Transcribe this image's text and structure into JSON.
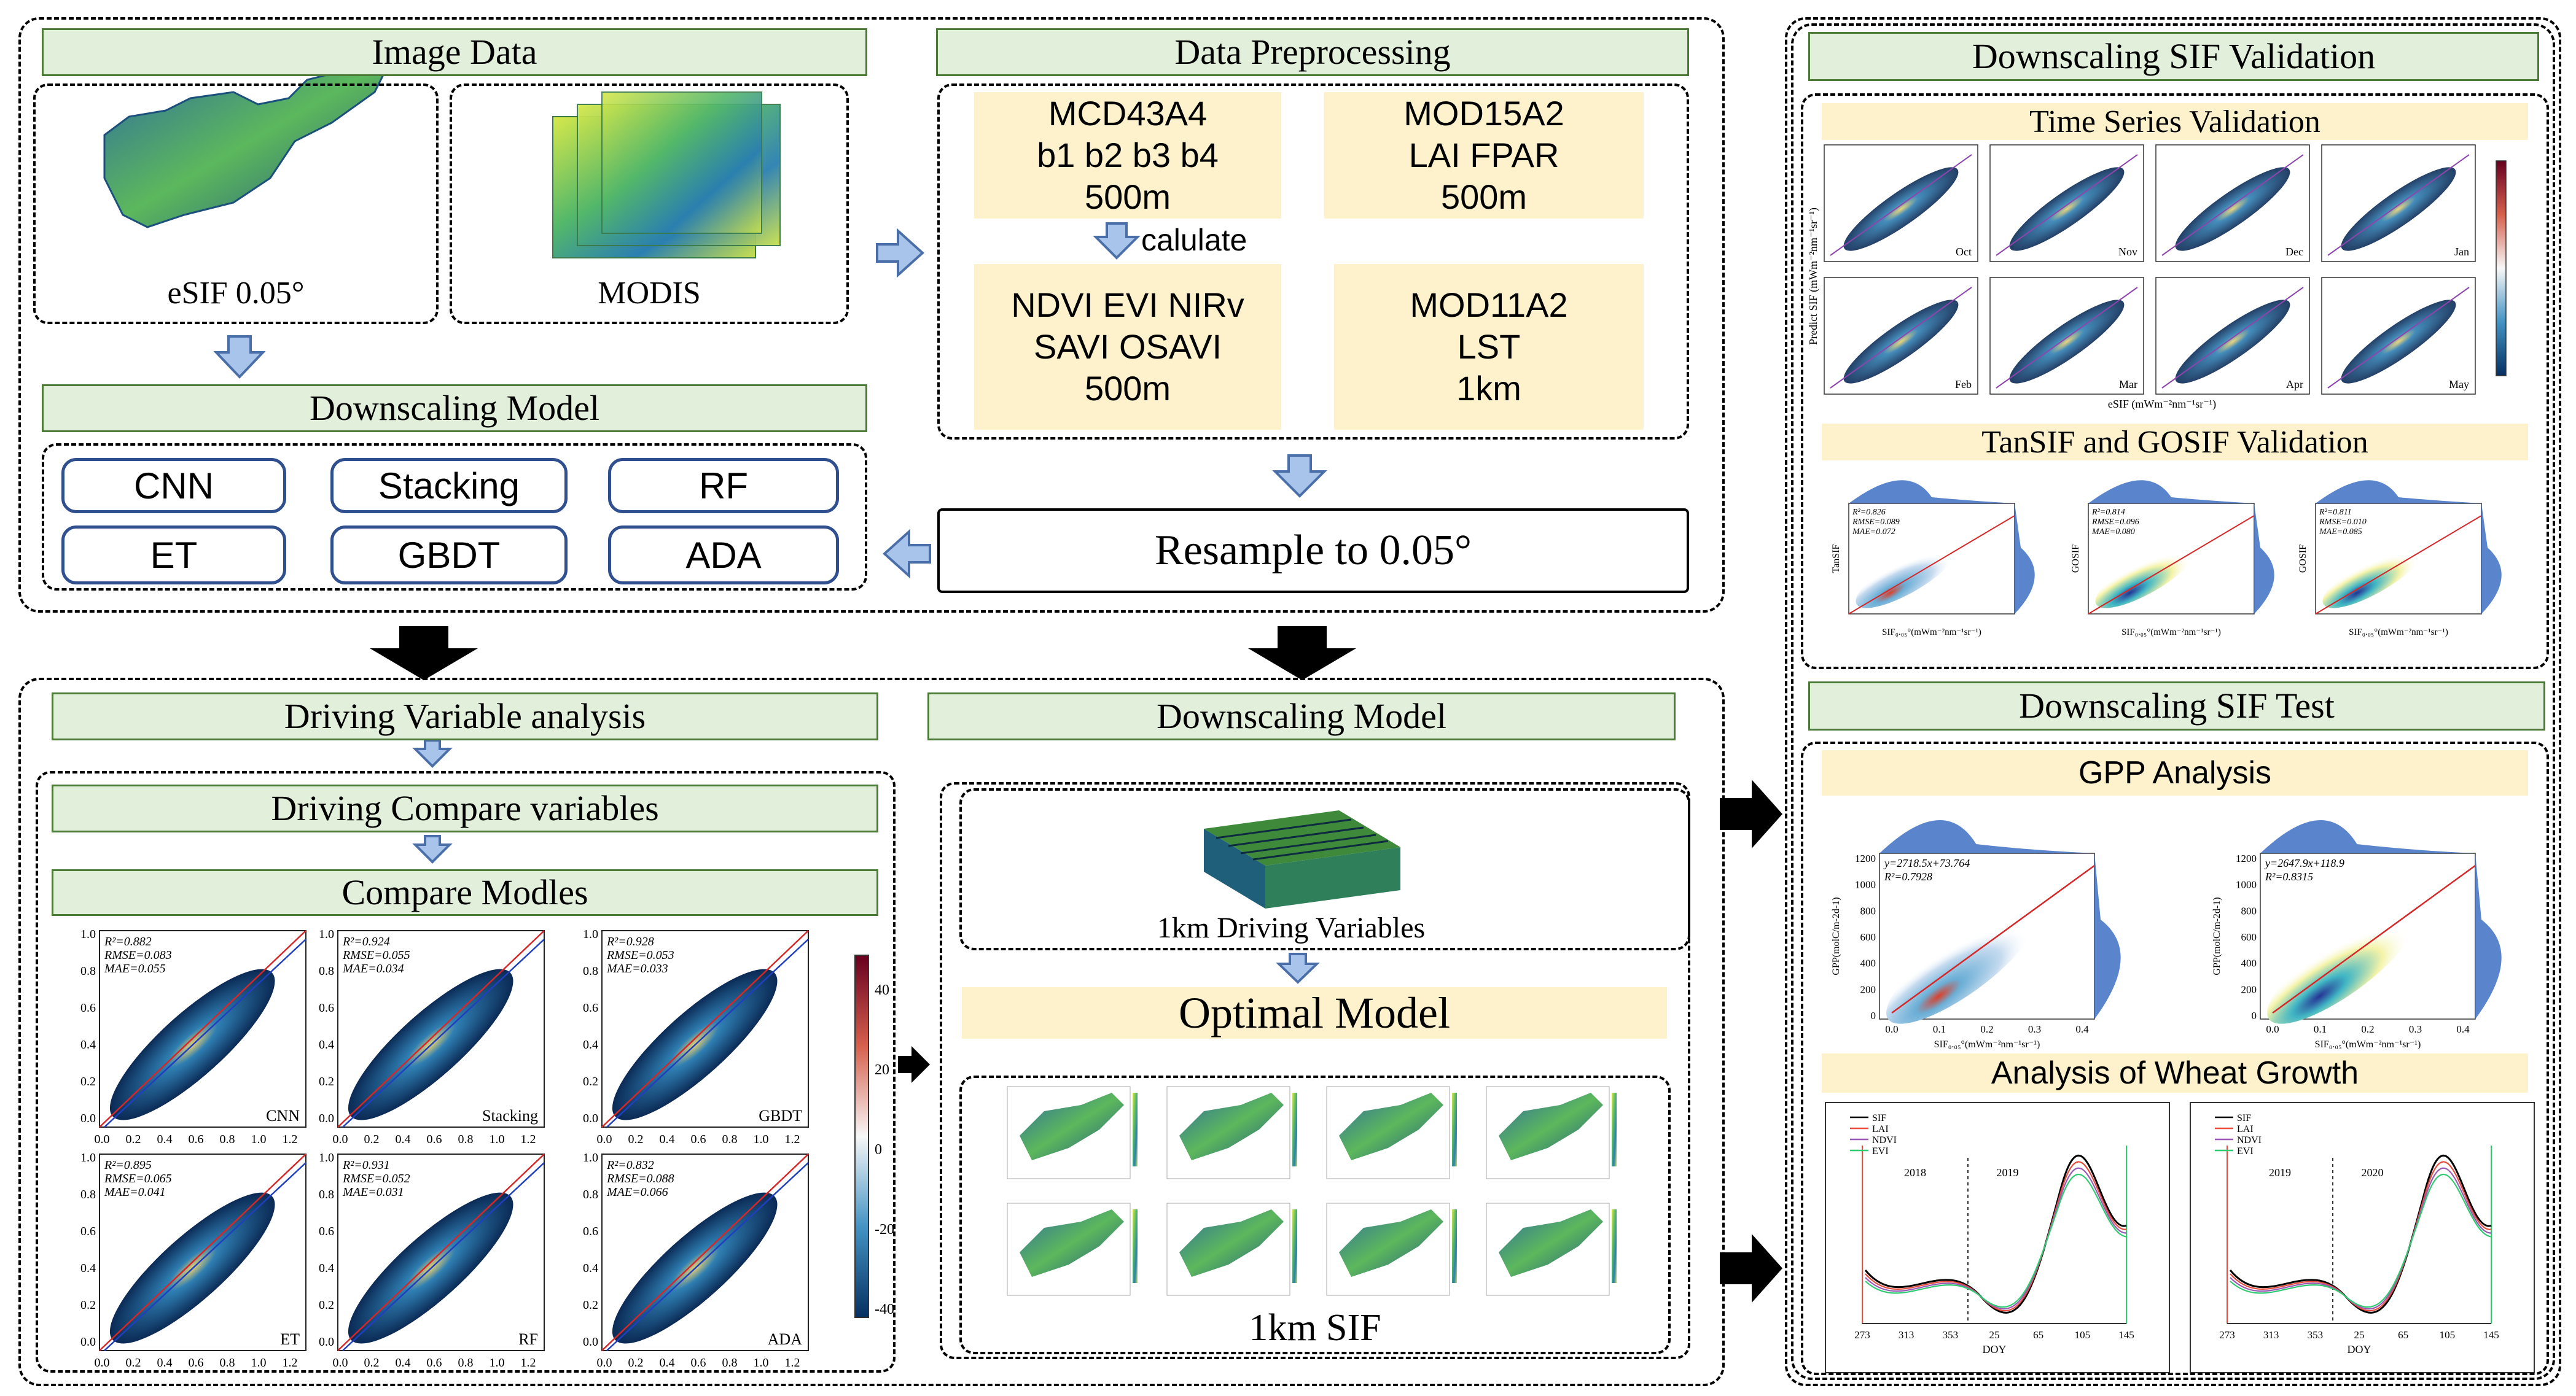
{
  "colors": {
    "header_green_bg": "#e2efda",
    "header_green_border": "#4a7a36",
    "cream": "#fdf2cc",
    "model_border": "#2f4f8f",
    "arrow_blue": "#a8c4ea",
    "arrow_blue_border": "#4a6fa8"
  },
  "image_data": {
    "title": "Image Data",
    "esif_label": "eSIF 0.05°",
    "modis_label": "MODIS"
  },
  "preprocessing": {
    "title": "Data Preprocessing",
    "mcd43a4": [
      "MCD43A4",
      "b1 b2 b3 b4",
      "500m"
    ],
    "mod15a2": [
      "MOD15A2",
      "LAI FPAR",
      "500m"
    ],
    "calculate": "calulate",
    "indices": [
      "NDVI EVI NIRv",
      "SAVI OSAVI",
      "500m"
    ],
    "mod11a2": [
      "MOD11A2",
      "LST",
      "1km"
    ],
    "resample": "Resample to 0.05°"
  },
  "downscaling_model_top": {
    "title": "Downscaling Model",
    "models": [
      "CNN",
      "Stacking",
      "RF",
      "ET",
      "GBDT",
      "ADA"
    ]
  },
  "driving": {
    "title": "Driving Variable analysis",
    "compare_vars": "Driving Compare variables",
    "compare_models": "Compare Modles",
    "panels": [
      {
        "name": "CNN",
        "stats": [
          "R²=0.882",
          "RMSE=0.083",
          "MAE=0.055"
        ]
      },
      {
        "name": "Stacking",
        "stats": [
          "R²=0.924",
          "RMSE=0.055",
          "MAE=0.034"
        ]
      },
      {
        "name": "GBDT",
        "stats": [
          "R²=0.928",
          "RMSE=0.053",
          "MAE=0.033"
        ]
      },
      {
        "name": "ET",
        "stats": [
          "R²=0.895",
          "RMSE=0.065",
          "MAE=0.041"
        ]
      },
      {
        "name": "RF",
        "stats": [
          "R²=0.931",
          "RMSE=0.052",
          "MAE=0.031"
        ]
      },
      {
        "name": "ADA",
        "stats": [
          "R²=0.832",
          "RMSE=0.088",
          "MAE=0.066"
        ]
      }
    ],
    "x_ticks": [
      "0.0",
      "0.2",
      "0.4",
      "0.6",
      "0.8",
      "1.0",
      "1.2"
    ],
    "y_ticks": [
      "1.0",
      "0.8",
      "0.6",
      "0.4",
      "0.2",
      "0.0"
    ],
    "colorbar_ticks": [
      "40",
      "20",
      "0",
      "-20",
      "-40"
    ]
  },
  "downscaling_model_bottom": {
    "title": "Downscaling Model",
    "driving_vars": "1km Driving Variables",
    "optimal": "Optimal Model",
    "sif": "1km SIF"
  },
  "validation": {
    "title": "Downscaling SIF Validation",
    "time_series": "Time Series Validation",
    "months": [
      "Oct",
      "Nov",
      "Dec",
      "Jan",
      "Feb",
      "Mar",
      "Apr",
      "May"
    ],
    "ts_ylabel": "Predict SIF (mWm⁻²nm⁻¹sr⁻¹)",
    "ts_xlabel": "eSIF (mWm⁻²nm⁻¹sr⁻¹)",
    "tansif_title": "TanSIF and GOSIF Validation",
    "tansif_panels": [
      {
        "ylabel": "TanSIF",
        "stats": [
          "R²=0.826",
          "RMSE=0.089",
          "MAE=0.072"
        ]
      },
      {
        "ylabel": "GOSIF",
        "stats": [
          "R²=0.814",
          "RMSE=0.096",
          "MAE=0.080"
        ]
      },
      {
        "ylabel": "GOSIF",
        "stats": [
          "R²=0.811",
          "RMSE=0.010",
          "MAE=0.085"
        ]
      }
    ],
    "tansif_xlabel": "SIF₀.₀₅°(mWm⁻²nm⁻¹sr⁻¹)"
  },
  "test": {
    "title": "Downscaling SIF Test",
    "gpp_title": "GPP Analysis",
    "gpp_panels": [
      {
        "eq": "y=2718.5x+73.764",
        "r2": "R²=0.7928"
      },
      {
        "eq": "y=2647.9x+118.9",
        "r2": "R²=0.8315"
      }
    ],
    "gpp_ylabel": "GPP(molC/m-2d-1)",
    "gpp_xlabel": "SIF₀.₀₅°(mWm⁻²nm⁻¹sr⁻¹)",
    "gpp_y_ticks": [
      "1200",
      "1000",
      "800",
      "600",
      "400",
      "200",
      "0"
    ],
    "gpp_x_ticks": [
      "0.0",
      "0.1",
      "0.2",
      "0.3",
      "0.4"
    ],
    "wheat_title": "Analysis of Wheat Growth",
    "legend": [
      "SIF",
      "LAI",
      "NDVI",
      "EVI"
    ],
    "wheat_panels": [
      {
        "years": [
          "2018",
          "2019"
        ]
      },
      {
        "years": [
          "2019",
          "2020"
        ]
      }
    ],
    "doy_ticks": [
      "273",
      "313",
      "353",
      "25",
      "65",
      "105",
      "145"
    ],
    "doy_label": "DOY"
  }
}
